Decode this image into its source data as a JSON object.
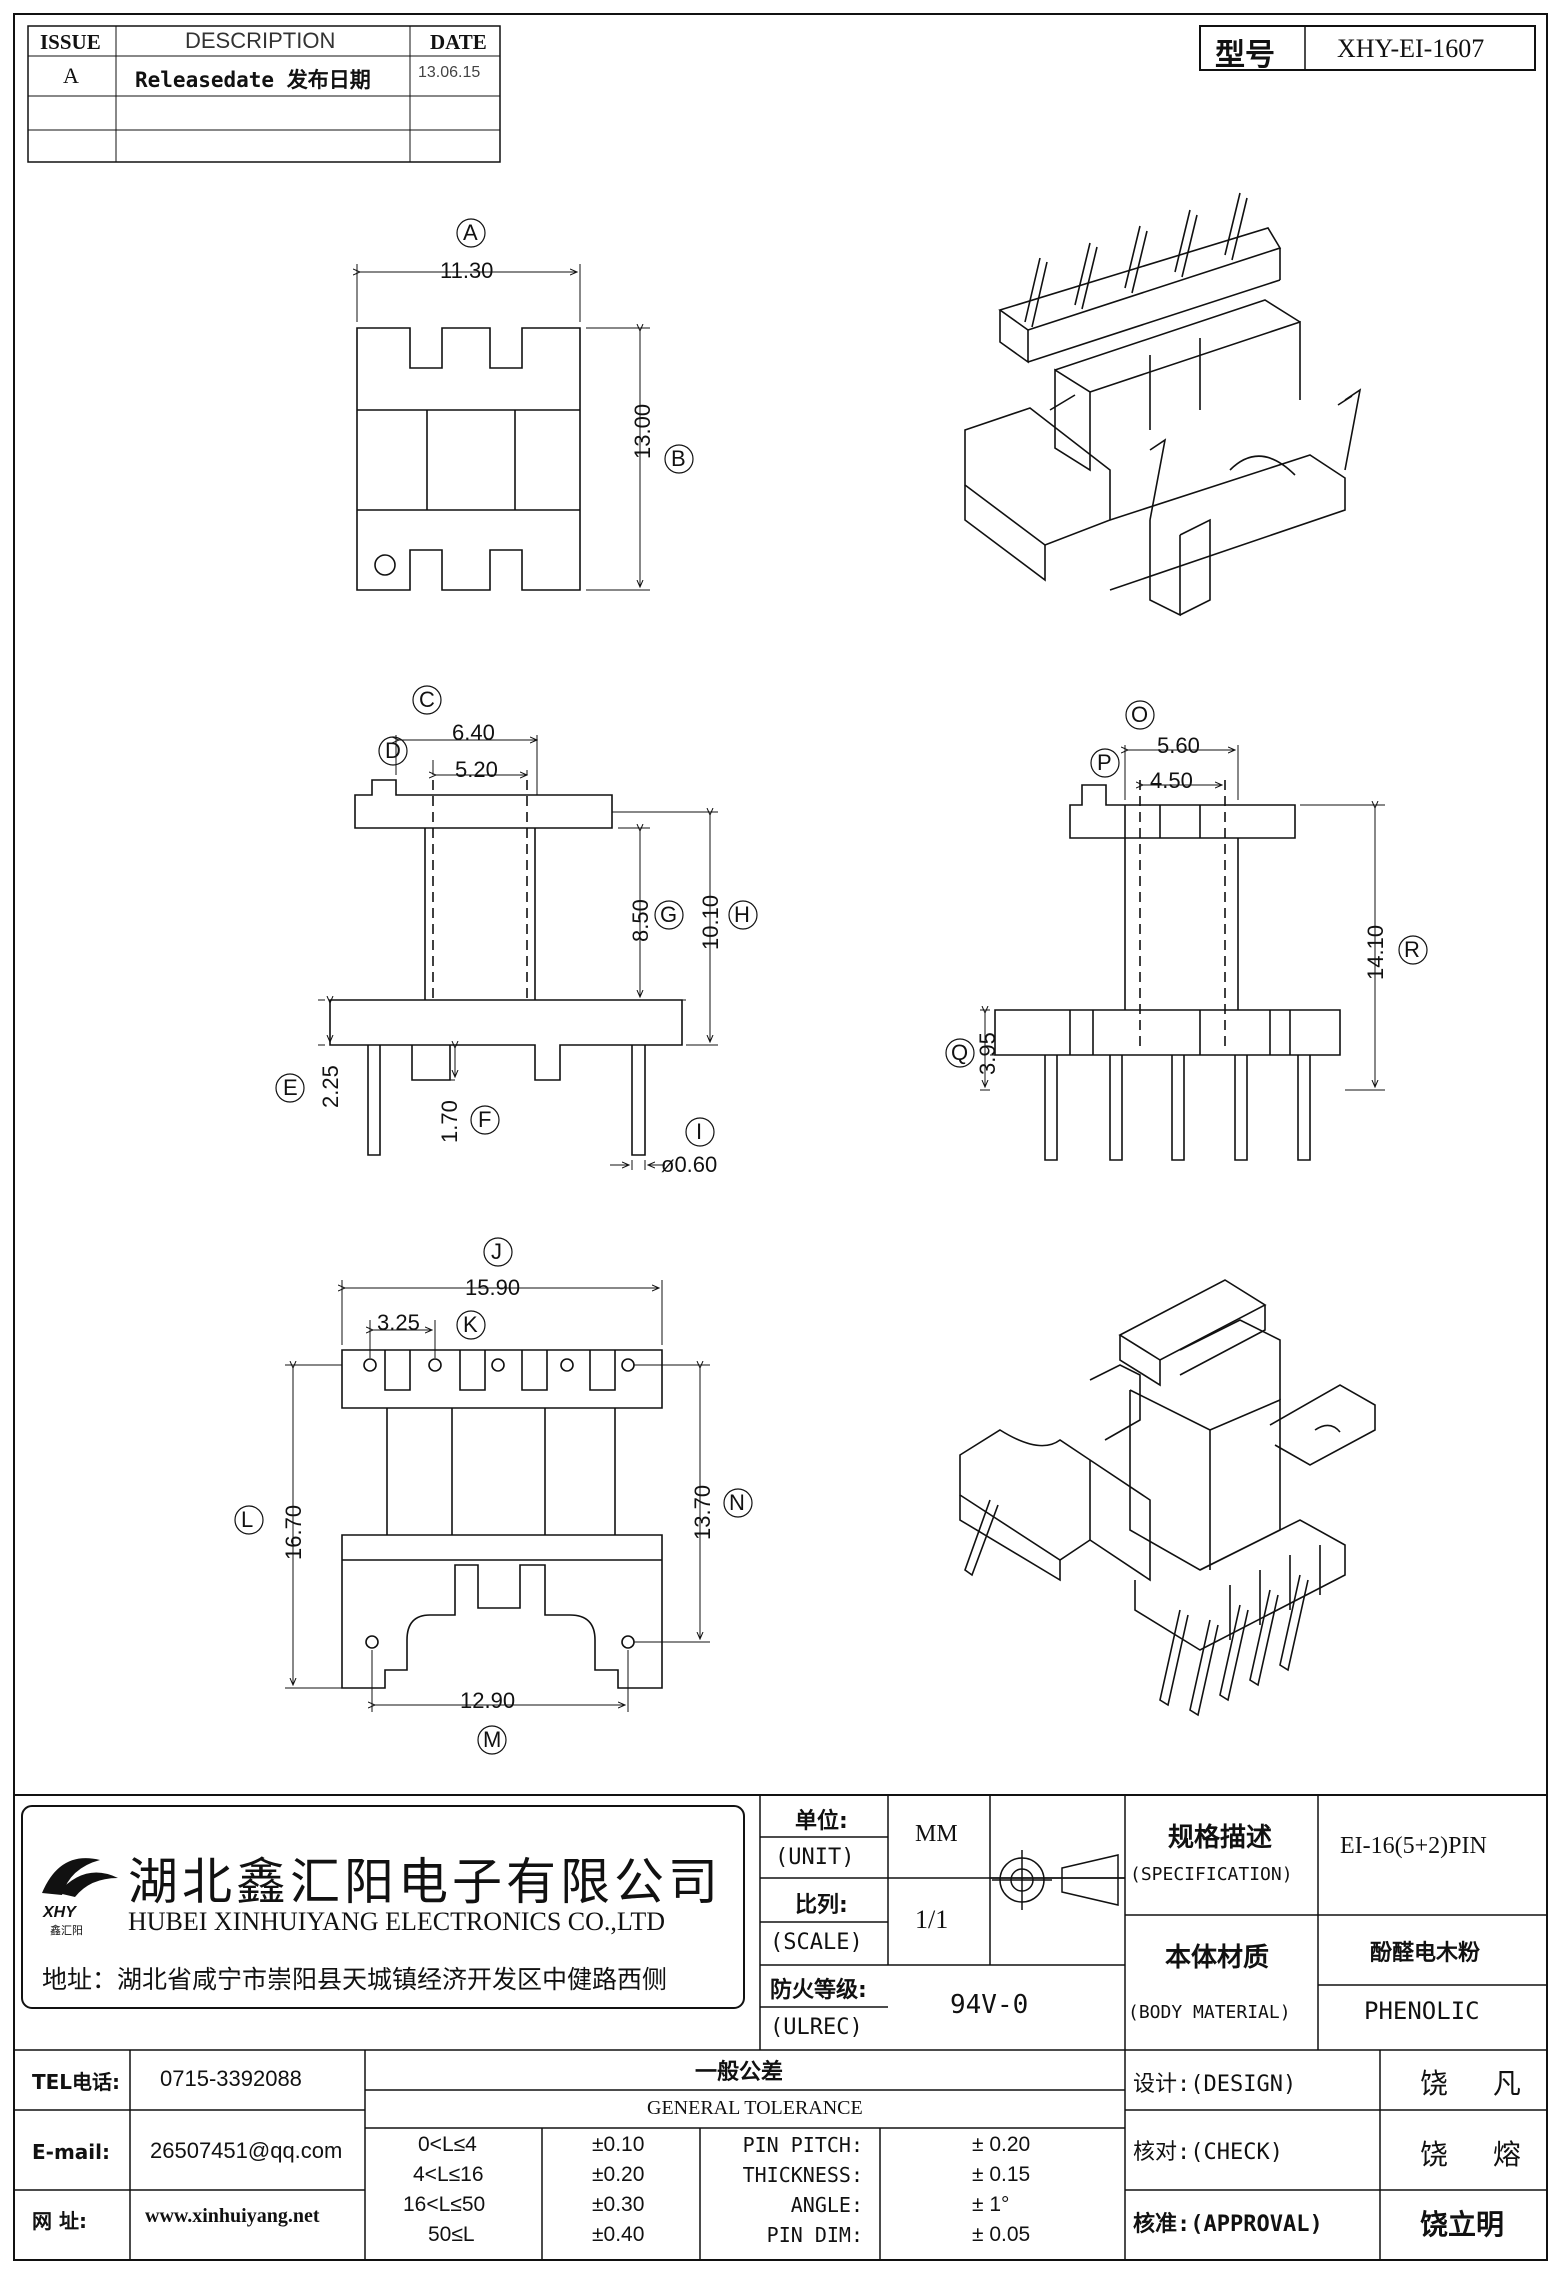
{
  "revision_table": {
    "headers": {
      "issue": "ISSUE",
      "description": "DESCRIPTION",
      "date": "DATE"
    },
    "rows": [
      {
        "issue": "A",
        "description": "Releasedate 发布日期",
        "date": "13.06.15"
      }
    ]
  },
  "model": {
    "label": "型号",
    "value": "XHY-EI-1607"
  },
  "dimensions": {
    "A": {
      "letter": "A",
      "value": "11.30"
    },
    "B": {
      "letter": "B",
      "value": "13.00"
    },
    "C": {
      "letter": "C",
      "value": "6.40"
    },
    "D": {
      "letter": "D",
      "value": "5.20"
    },
    "G": {
      "letter": "G",
      "value": "8.50"
    },
    "H": {
      "letter": "H",
      "value": "10.10"
    },
    "E": {
      "letter": "E",
      "value": "2.25"
    },
    "F": {
      "letter": "F",
      "value": "1.70"
    },
    "I": {
      "letter": "I",
      "value": "ø0.60"
    },
    "O": {
      "letter": "O",
      "value": "5.60"
    },
    "P": {
      "letter": "P",
      "value": "4.50"
    },
    "R": {
      "letter": "R",
      "value": "14.10"
    },
    "Q": {
      "letter": "Q",
      "value": "3.95"
    },
    "J": {
      "letter": "J",
      "value": "15.90"
    },
    "K": {
      "letter": "K",
      "value": "3.25"
    },
    "L": {
      "letter": "L",
      "value": "16.70"
    },
    "N": {
      "letter": "N",
      "value": "13.70"
    },
    "M": {
      "letter": "M",
      "value": "12.90"
    }
  },
  "company": {
    "logo_text": "XHY",
    "logo_sub": "鑫汇阳",
    "name_cn": "湖北鑫汇阳电子有限公司",
    "name_en": "HUBEI XINHUIYANG ELECTRONICS CO.,LTD",
    "address": "地址：湖北省咸宁市崇阳县天城镇经济开发区中健路西侧"
  },
  "title_block": {
    "unit_label_cn": "单位:",
    "unit_label_en": "(UNIT)",
    "unit_value": "MM",
    "scale_label_cn": "比列:",
    "scale_label_en": "(SCALE)",
    "scale_value": "1/1",
    "ulrec_label_cn": "防火等级:",
    "ulrec_label_en": "(ULREC)",
    "ulrec_value": "94V-0",
    "spec_label_cn": "规格描述",
    "spec_label_en": "(SPECIFICATION)",
    "spec_value": "EI-16(5+2)PIN",
    "material_label_cn": "本体材质",
    "material_label_en": "(BODY MATERIAL)",
    "material_value_cn": "酚醛电木粉",
    "material_value_en": "PHENOLIC",
    "design_label": "设计:(DESIGN)",
    "design_value": "饶 凡",
    "check_label": "核对:(CHECK)",
    "check_value": "饶 熔",
    "approval_label": "核准:(APPROVAL)",
    "approval_value": "饶立明"
  },
  "contact": {
    "tel_label": "TEL电话:",
    "tel_value": "0715-3392088",
    "email_label": "E-mail:",
    "email_value": "26507451@qq.com",
    "web_label": "网 址:",
    "web_value": "www.xinhuiyang.net"
  },
  "tolerance": {
    "title_cn": "一般公差",
    "title_en": "GENERAL TOLERANCE",
    "ranges": [
      {
        "range": "0<L≤4",
        "tol": "±0.10"
      },
      {
        "range": "4<L≤16",
        "tol": "±0.20"
      },
      {
        "range": "16<L≤50",
        "tol": "±0.30"
      },
      {
        "range": "50≤L",
        "tol": "±0.40"
      }
    ],
    "specs": [
      {
        "name": "PIN PITCH:",
        "tol": "± 0.20"
      },
      {
        "name": "THICKNESS:",
        "tol": "± 0.15"
      },
      {
        "name": "ANGLE:",
        "tol": "± 1°"
      },
      {
        "name": "PIN DIM:",
        "tol": "± 0.05"
      }
    ]
  }
}
